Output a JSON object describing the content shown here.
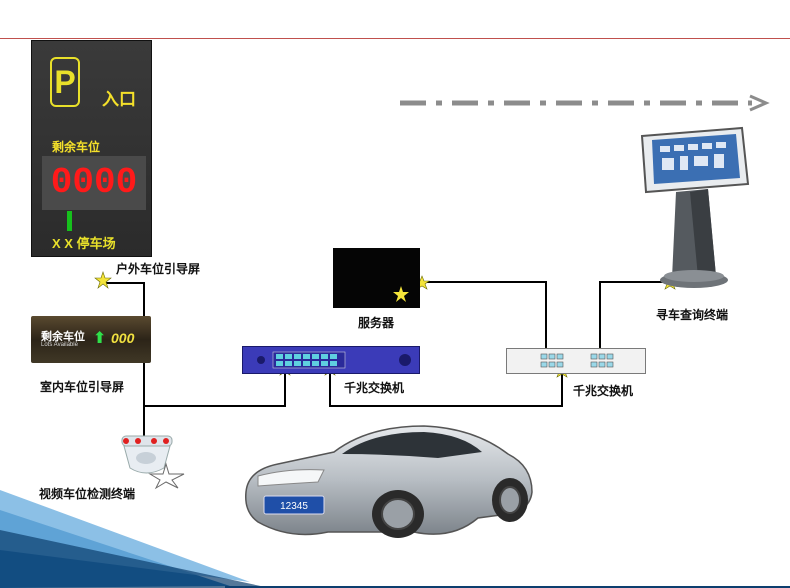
{
  "outdoor_sign": {
    "p_symbol": "P",
    "entrance": "入口",
    "remaining_label": "剩余车位",
    "count": "0000",
    "lot_name": "X X 停车场"
  },
  "indoor_sign": {
    "text": "剩余车位",
    "subtext": "Lots Available",
    "arrow": "⬆",
    "count": "000"
  },
  "car_plate": "12345",
  "labels": {
    "outdoor_guide_screen": "户外车位引导屏",
    "indoor_guide_screen": "室内车位引导屏",
    "video_detection_terminal": "视频车位检测终端",
    "server": "服务器",
    "gigabit_switch_1": "千兆交换机",
    "gigabit_switch_2": "千兆交换机",
    "car_finder_kiosk": "寻车查询终端"
  },
  "colors": {
    "line": "#000000",
    "dash_arrow": "#8c8c8c",
    "accent_red": "#c0504d",
    "switch_blue": "#3b3bb8",
    "spark_yellow": "#f4e43a"
  }
}
